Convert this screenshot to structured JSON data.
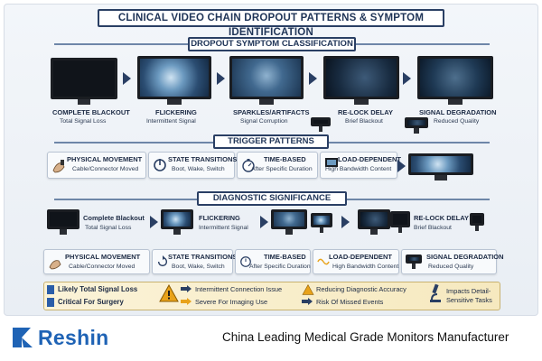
{
  "title": "CLINICAL VIDEO CHAIN DROPOUT PATTERNS & SYMPTOM IDENTIFICATION",
  "sections": {
    "classification": "DROPOUT SYMPTOM CLASSIFICATION",
    "triggers": "TRIGGER PATTERNS",
    "significance": "DIAGNOSTIC SIGNIFICANCE"
  },
  "symptoms": [
    {
      "name": "COMPLETE BLACKOUT",
      "desc": "Total Signal Loss"
    },
    {
      "name": "FLICKERING",
      "desc": "Intermittent Signal"
    },
    {
      "name": "SPARKLES/ARTIFACTS",
      "desc": "Signal Corruption"
    },
    {
      "name": "RE-LOCK DELAY",
      "desc": "Brief Blackout"
    },
    {
      "name": "SIGNAL DEGRADATION",
      "desc": "Reduced Quality"
    }
  ],
  "triggers": [
    {
      "name": "PHYSICAL MOVEMENT",
      "desc": "Cable/Connector Moved"
    },
    {
      "name": "STATE TRANSITIONS",
      "desc": "Boot, Wake, Switch"
    },
    {
      "name": "TIME-BASED",
      "desc": "After Specific Duration"
    },
    {
      "name": "LOAD-DEPENDENT",
      "desc": "High Bandwidth Content"
    }
  ],
  "significance_symptoms": [
    {
      "name": "Complete Blackout",
      "desc": "Total Signal Loss"
    },
    {
      "name": "FLICKERING",
      "desc": "Intermittent Signal"
    },
    {
      "name": "RE-LOCK DELAY",
      "desc": "Brief Blackout"
    }
  ],
  "significance_triggers": [
    {
      "name": "PHYSICAL MOVEMENT",
      "desc": "Cable/Connector Moved"
    },
    {
      "name": "STATE TRANSITIONS",
      "desc": "Boot, Wake, Switch"
    },
    {
      "name": "TIME-BASED",
      "desc": "After Specific Duration"
    },
    {
      "name": "LOAD-DEPENDENT",
      "desc": "High Bandwidth Content"
    },
    {
      "name": "SIGNAL DEGRADATION",
      "desc": "Reduced Quality"
    }
  ],
  "risks": {
    "r1": "Likely Total Signal Loss",
    "r2": "Critical For Surgery",
    "r3": "Intermittent Connection Issue",
    "r4": "Severe For Imaging Use",
    "r5": "Reducing Diagnostic Accuracy",
    "r6": "Risk Of Missed Events",
    "r7": "Impacts Detail-",
    "r8": "Sensitive Tasks"
  },
  "footer": {
    "logo": "Reshin",
    "tagline": "China Leading Medical Grade Monitors Manufacturer"
  },
  "colors": {
    "navy": "#1f3457",
    "brand": "#1f63b5",
    "warning": "#e8a21a"
  },
  "icons": [
    "hand-cable-icon",
    "power-cycle-icon",
    "stopwatch-icon",
    "bandwidth-icon",
    "warning-icon",
    "arrow-icon",
    "microscope-icon"
  ]
}
